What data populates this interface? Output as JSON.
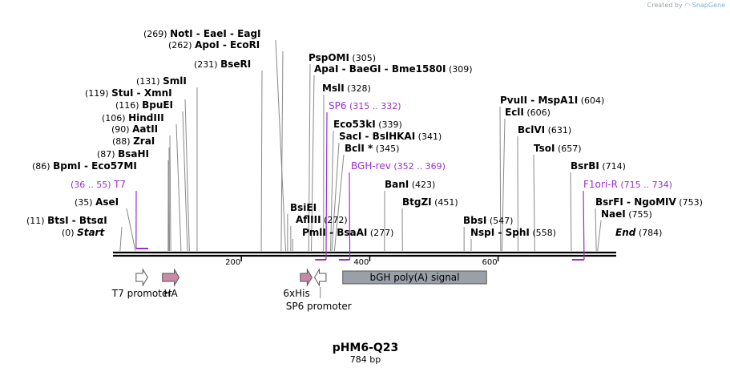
{
  "credit": {
    "prefix": "Created by",
    "brand": "SnapGene"
  },
  "plasmid": {
    "name": "pHM6-Q23",
    "size_label": "784 bp",
    "length_bp": 784
  },
  "colors": {
    "site": "#000000",
    "primer": "#9b30c8",
    "feature_pink": "#c88aa8",
    "feature_white": "#ffffff",
    "polyA": "#9aa0a8",
    "leader": "#888888"
  },
  "ruler": [
    {
      "pos": 200,
      "label": "200"
    },
    {
      "pos": 400,
      "label": "400"
    },
    {
      "pos": 600,
      "label": "600"
    }
  ],
  "sites": [
    {
      "id": "start",
      "count": "(0)",
      "names": [
        "Start"
      ],
      "italic": true,
      "pos": 0
    },
    {
      "id": "btsi",
      "count": "(11)",
      "names": [
        "BtsI",
        "BtsαI"
      ],
      "pos": 11
    },
    {
      "id": "asei",
      "count": "(35)",
      "names": [
        "AseI"
      ],
      "pos": 35
    },
    {
      "id": "bpmi",
      "count": "(86)",
      "names": [
        "BpmI",
        "Eco57MI"
      ],
      "pos": 86
    },
    {
      "id": "bsahi",
      "count": "(87)",
      "names": [
        "BsaHI"
      ],
      "pos": 87
    },
    {
      "id": "zrai",
      "count": "(88)",
      "names": [
        "ZraI"
      ],
      "pos": 88
    },
    {
      "id": "aatii",
      "count": "(90)",
      "names": [
        "AatII"
      ],
      "pos": 90
    },
    {
      "id": "hindiii",
      "count": "(106)",
      "names": [
        "HindIII"
      ],
      "pos": 106
    },
    {
      "id": "bpuei",
      "count": "(116)",
      "names": [
        "BpuEI"
      ],
      "pos": 116
    },
    {
      "id": "stui",
      "count": "(119)",
      "names": [
        "StuI",
        "XmnI"
      ],
      "pos": 119
    },
    {
      "id": "smli",
      "count": "(131)",
      "names": [
        "SmlI"
      ],
      "pos": 131
    },
    {
      "id": "bseri",
      "count": "(231)",
      "names": [
        "BseRI"
      ],
      "pos": 231
    },
    {
      "id": "apoi",
      "count": "(262)",
      "names": [
        "ApoI",
        "EcoRI"
      ],
      "pos": 262
    },
    {
      "id": "noti",
      "count": "(269)",
      "names": [
        "NotI",
        "EaeI",
        "EagI"
      ],
      "pos": 269
    },
    {
      "id": "bsiei",
      "count": "",
      "names": [
        "BsiEI"
      ],
      "pos": 272
    },
    {
      "id": "afliii",
      "count": "(272)",
      "names": [
        "AflIII"
      ],
      "pos": 277
    },
    {
      "id": "pmli",
      "count": "(277)",
      "names": [
        "PmlI",
        "BsaAI"
      ],
      "pos": 280
    },
    {
      "id": "pspomi",
      "count": "(305)",
      "names": [
        "PspOMI"
      ],
      "pos": 305
    },
    {
      "id": "apai",
      "count": "(309)",
      "names": [
        "ApaI",
        "BaeGI",
        "Bme1580I"
      ],
      "pos": 309
    },
    {
      "id": "msli",
      "count": "(328)",
      "names": [
        "MslI"
      ],
      "pos": 328
    },
    {
      "id": "eco53ki",
      "count": "(339)",
      "names": [
        "Eco53kI"
      ],
      "pos": 339
    },
    {
      "id": "saci",
      "count": "(341)",
      "names": [
        "SacI",
        "BslHKAI"
      ],
      "pos": 341
    },
    {
      "id": "bcli",
      "count": "(345)",
      "names": [
        "BclI *"
      ],
      "pos": 345
    },
    {
      "id": "bani",
      "count": "(423)",
      "names": [
        "BanI"
      ],
      "pos": 423
    },
    {
      "id": "btgzi",
      "count": "(451)",
      "names": [
        "BtgZI"
      ],
      "pos": 451
    },
    {
      "id": "bbsi",
      "count": "(547)",
      "names": [
        "BbsI"
      ],
      "pos": 547
    },
    {
      "id": "nspi",
      "count": "(558)",
      "names": [
        "NspI",
        "SphI"
      ],
      "pos": 558
    },
    {
      "id": "pvuii",
      "count": "(604)",
      "names": [
        "PvuII",
        "MspA1I"
      ],
      "pos": 604
    },
    {
      "id": "ecli",
      "count": "(606)",
      "names": [
        "EclI"
      ],
      "pos": 606
    },
    {
      "id": "bclvi",
      "count": "(631)",
      "names": [
        "BclVI"
      ],
      "pos": 631
    },
    {
      "id": "tsoi",
      "count": "(657)",
      "names": [
        "TsoI"
      ],
      "pos": 657
    },
    {
      "id": "bsrbi",
      "count": "(714)",
      "names": [
        "BsrBI"
      ],
      "pos": 714
    },
    {
      "id": "bsrfi",
      "count": "(753)",
      "names": [
        "BsrFI",
        "NgoMIV"
      ],
      "pos": 753
    },
    {
      "id": "naei",
      "count": "(755)",
      "names": [
        "NaeI"
      ],
      "pos": 755
    },
    {
      "id": "end",
      "count": "(784)",
      "names": [
        "End"
      ],
      "italic": true,
      "pos": 784
    }
  ],
  "primers": [
    {
      "id": "t7",
      "name": "T7",
      "range": "(36 .. 55)",
      "start": 36,
      "end": 55
    },
    {
      "id": "sp6",
      "name": "SP6",
      "range": "(315 .. 332)",
      "start": 315,
      "end": 332
    },
    {
      "id": "bghrev",
      "name": "BGH-rev",
      "range": "(352 .. 369)",
      "start": 352,
      "end": 369
    },
    {
      "id": "f1orir",
      "name": "F1ori-R",
      "range": "(715 .. 734)",
      "start": 715,
      "end": 734
    }
  ],
  "features": [
    {
      "id": "t7-promoter",
      "label": "T7 promoter",
      "start": 36,
      "end": 54,
      "dir": "right",
      "style": "white"
    },
    {
      "id": "ha",
      "label": "HA",
      "start": 77,
      "end": 103,
      "dir": "right",
      "style": "pink"
    },
    {
      "id": "6xhis",
      "label": "6xHis",
      "start": 292,
      "end": 310,
      "dir": "right",
      "style": "pink"
    },
    {
      "id": "sp6-promoter",
      "label": "SP6 promoter",
      "start": 314,
      "end": 332,
      "dir": "left",
      "style": "white"
    },
    {
      "id": "bgh-polya",
      "label": "bGH poly(A) signal",
      "start": 358,
      "end": 582,
      "dir": "none",
      "style": "gray"
    }
  ]
}
